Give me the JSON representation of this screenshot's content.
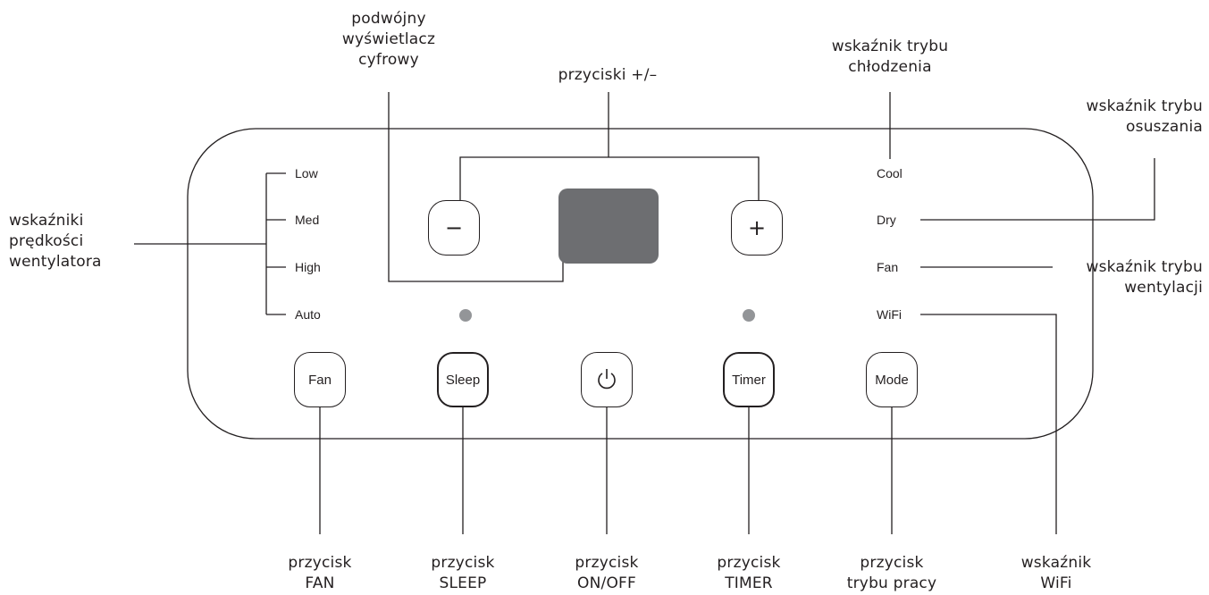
{
  "callouts": {
    "display": "podwójny\nwyświetlacz\ncyfrowy",
    "plus_minus": "przyciski +/–",
    "cool_mode": "wskaźnik trybu\nchłodzenia",
    "dry_mode": "wskaźnik trybu\nosuszania",
    "fan_speed": "wskaźniki\nprędkości\nwentylatora",
    "fan_mode": "wskaźnik trybu\nwentylacji",
    "fan_button": "przycisk\nFAN",
    "sleep_button": "przycisk\nSLEEP",
    "power_button": "przycisk\nON/OFF",
    "timer_button": "przycisk\nTIMER",
    "mode_button": "przycisk\ntrybu pracy",
    "wifi": "wskaźnik\nWiFi"
  },
  "speed_indicators": [
    "Low",
    "Med",
    "High",
    "Auto"
  ],
  "mode_indicators": [
    "Cool",
    "Dry",
    "Fan",
    "WiFi"
  ],
  "buttons": {
    "minus": "−",
    "plus": "+",
    "fan": "Fan",
    "sleep": "Sleep",
    "power": "power-icon",
    "timer": "Timer",
    "mode": "Mode"
  },
  "colors": {
    "line": "#231f20",
    "display": "#6d6e71",
    "led": "#939598"
  }
}
